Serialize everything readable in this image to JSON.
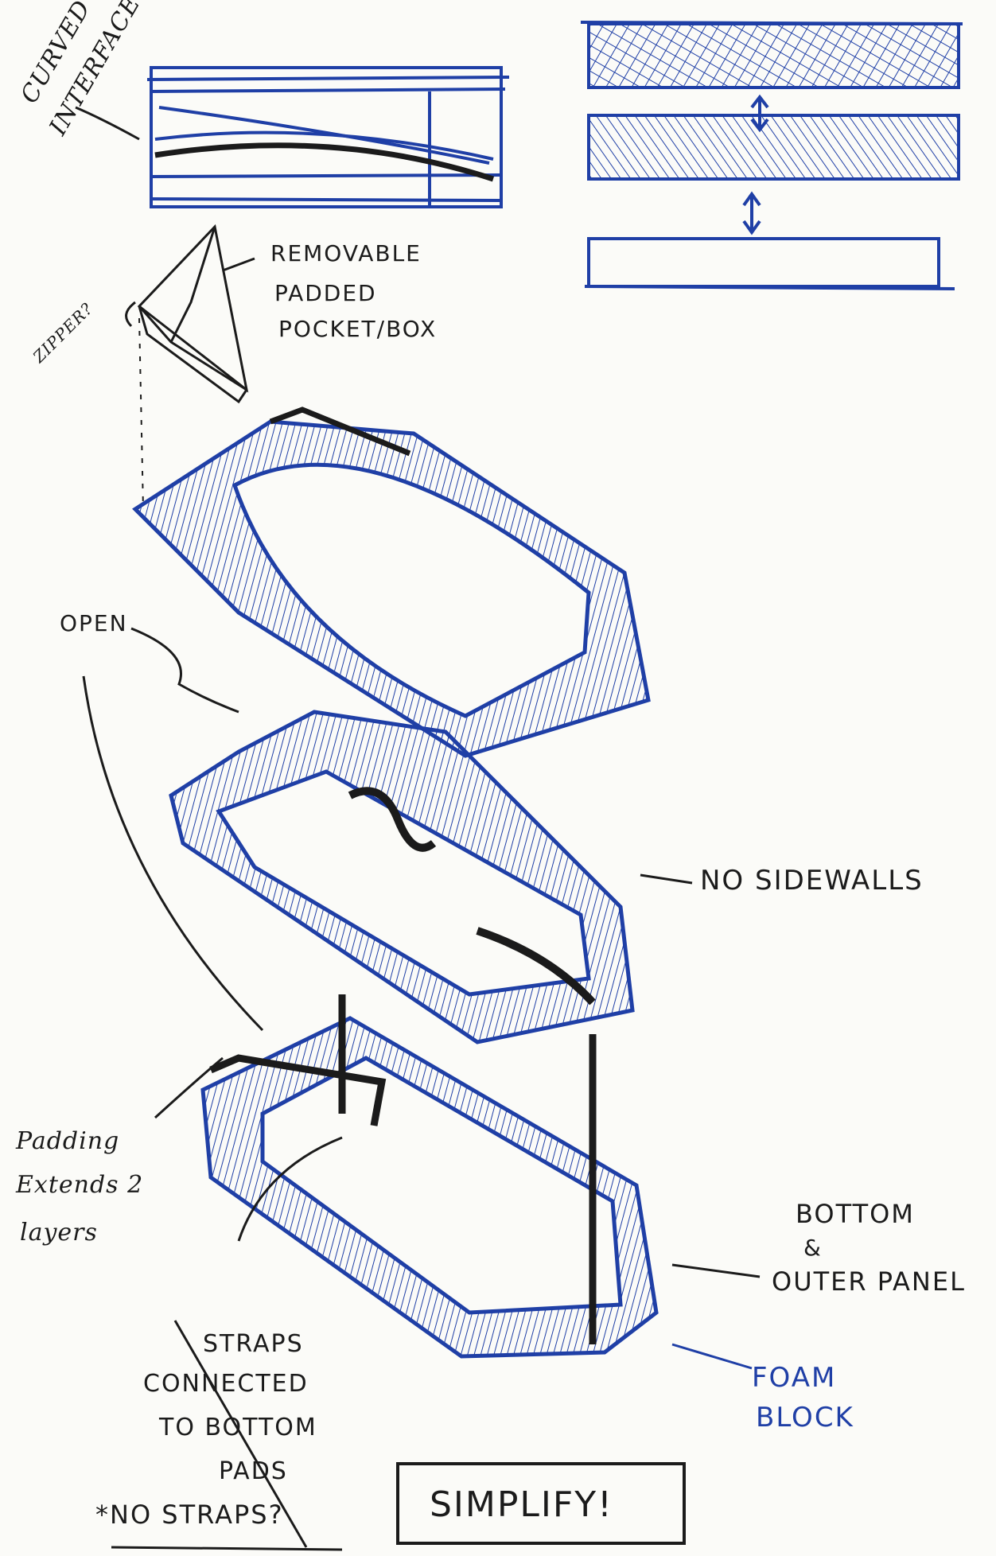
{
  "annotations": {
    "curved_interface_1": "CURVED",
    "curved_interface_2": "INTERFACE",
    "removable_1": "REMOVABLE",
    "removable_2": "PADDED",
    "removable_3": "POCKET/BOX",
    "zipper": "ZIPPER?",
    "open": "OPEN",
    "no_sidewalls": "NO SIDEWALLS",
    "padding_1": "Padding",
    "padding_2": "Extends 2",
    "padding_3": "layers",
    "straps_1": "STRAPS",
    "straps_2": "CONNECTED",
    "straps_3": "TO BOTTOM",
    "straps_4": "PADS",
    "no_straps": "*NO STRAPS?",
    "bottom_1": "BOTTOM",
    "bottom_2": "&",
    "bottom_3": "OUTER PANEL",
    "foam_1": "FOAM",
    "foam_2": "BLOCK",
    "simplify": "SIMPLIFY!"
  },
  "colors": {
    "ink_blue": "#1f3fa6",
    "ink_black": "#1b1b1b",
    "paper": "#fbfbf8"
  }
}
